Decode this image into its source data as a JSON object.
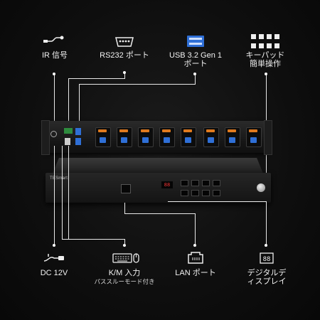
{
  "labels": {
    "ir": "IR 信号",
    "rs232": "RS232 ポート",
    "usb_line1": "USB 3.2 Gen 1",
    "usb_line2": "ポート",
    "keypad_line1": "キーパッド",
    "keypad_line2": "簡単操作",
    "dc": "DC 12V",
    "km_line1": "K/M 入力",
    "km_line2": "パススルーモード付き",
    "lan": "LAN ポート",
    "display_line1": "デジタルデ",
    "display_line2": "ィスプレイ"
  },
  "device": {
    "brand": "TESmart",
    "segment_display": "88"
  },
  "colors": {
    "background": "#0e0e0e",
    "usb_blue": "#2f6fd6",
    "hdmi_orange": "#e07a1e",
    "line": "#e8e8e8"
  }
}
